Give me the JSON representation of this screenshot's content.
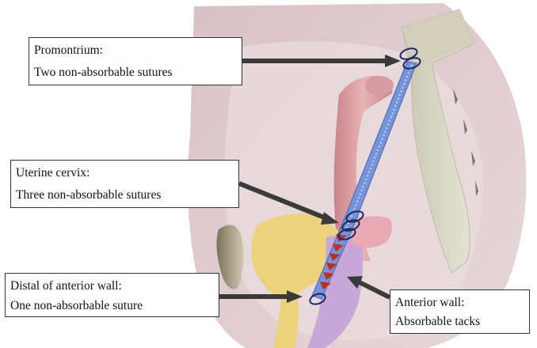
{
  "callouts": {
    "promontorium": {
      "title": "Promontrium:",
      "detail": "Two non-absorbable sutures"
    },
    "uterine_cervix": {
      "title": "Uterine cervix:",
      "detail": "Three non-absorbable sutures"
    },
    "distal_anterior_wall": {
      "title": "Distal of anterior wall:",
      "detail": "One non-absorbable suture"
    },
    "anterior_wall": {
      "title": "Anterior wall:",
      "detail": "Absorbable tacks"
    }
  },
  "colors": {
    "pelvis_outer": "#dcc7c9",
    "pelvis_inner": "#e9dadb",
    "sacrum": "#d8d6c4",
    "rectum": "#e0a6a8",
    "mesh": "#6f8fd6",
    "bladder": "#ecd27c",
    "uterus": "#e8a9b5",
    "vagina": "#c7a8d8",
    "tacks": "#c0301e",
    "sutures": "#1b2a66",
    "arrow": "#3a3a3a"
  }
}
